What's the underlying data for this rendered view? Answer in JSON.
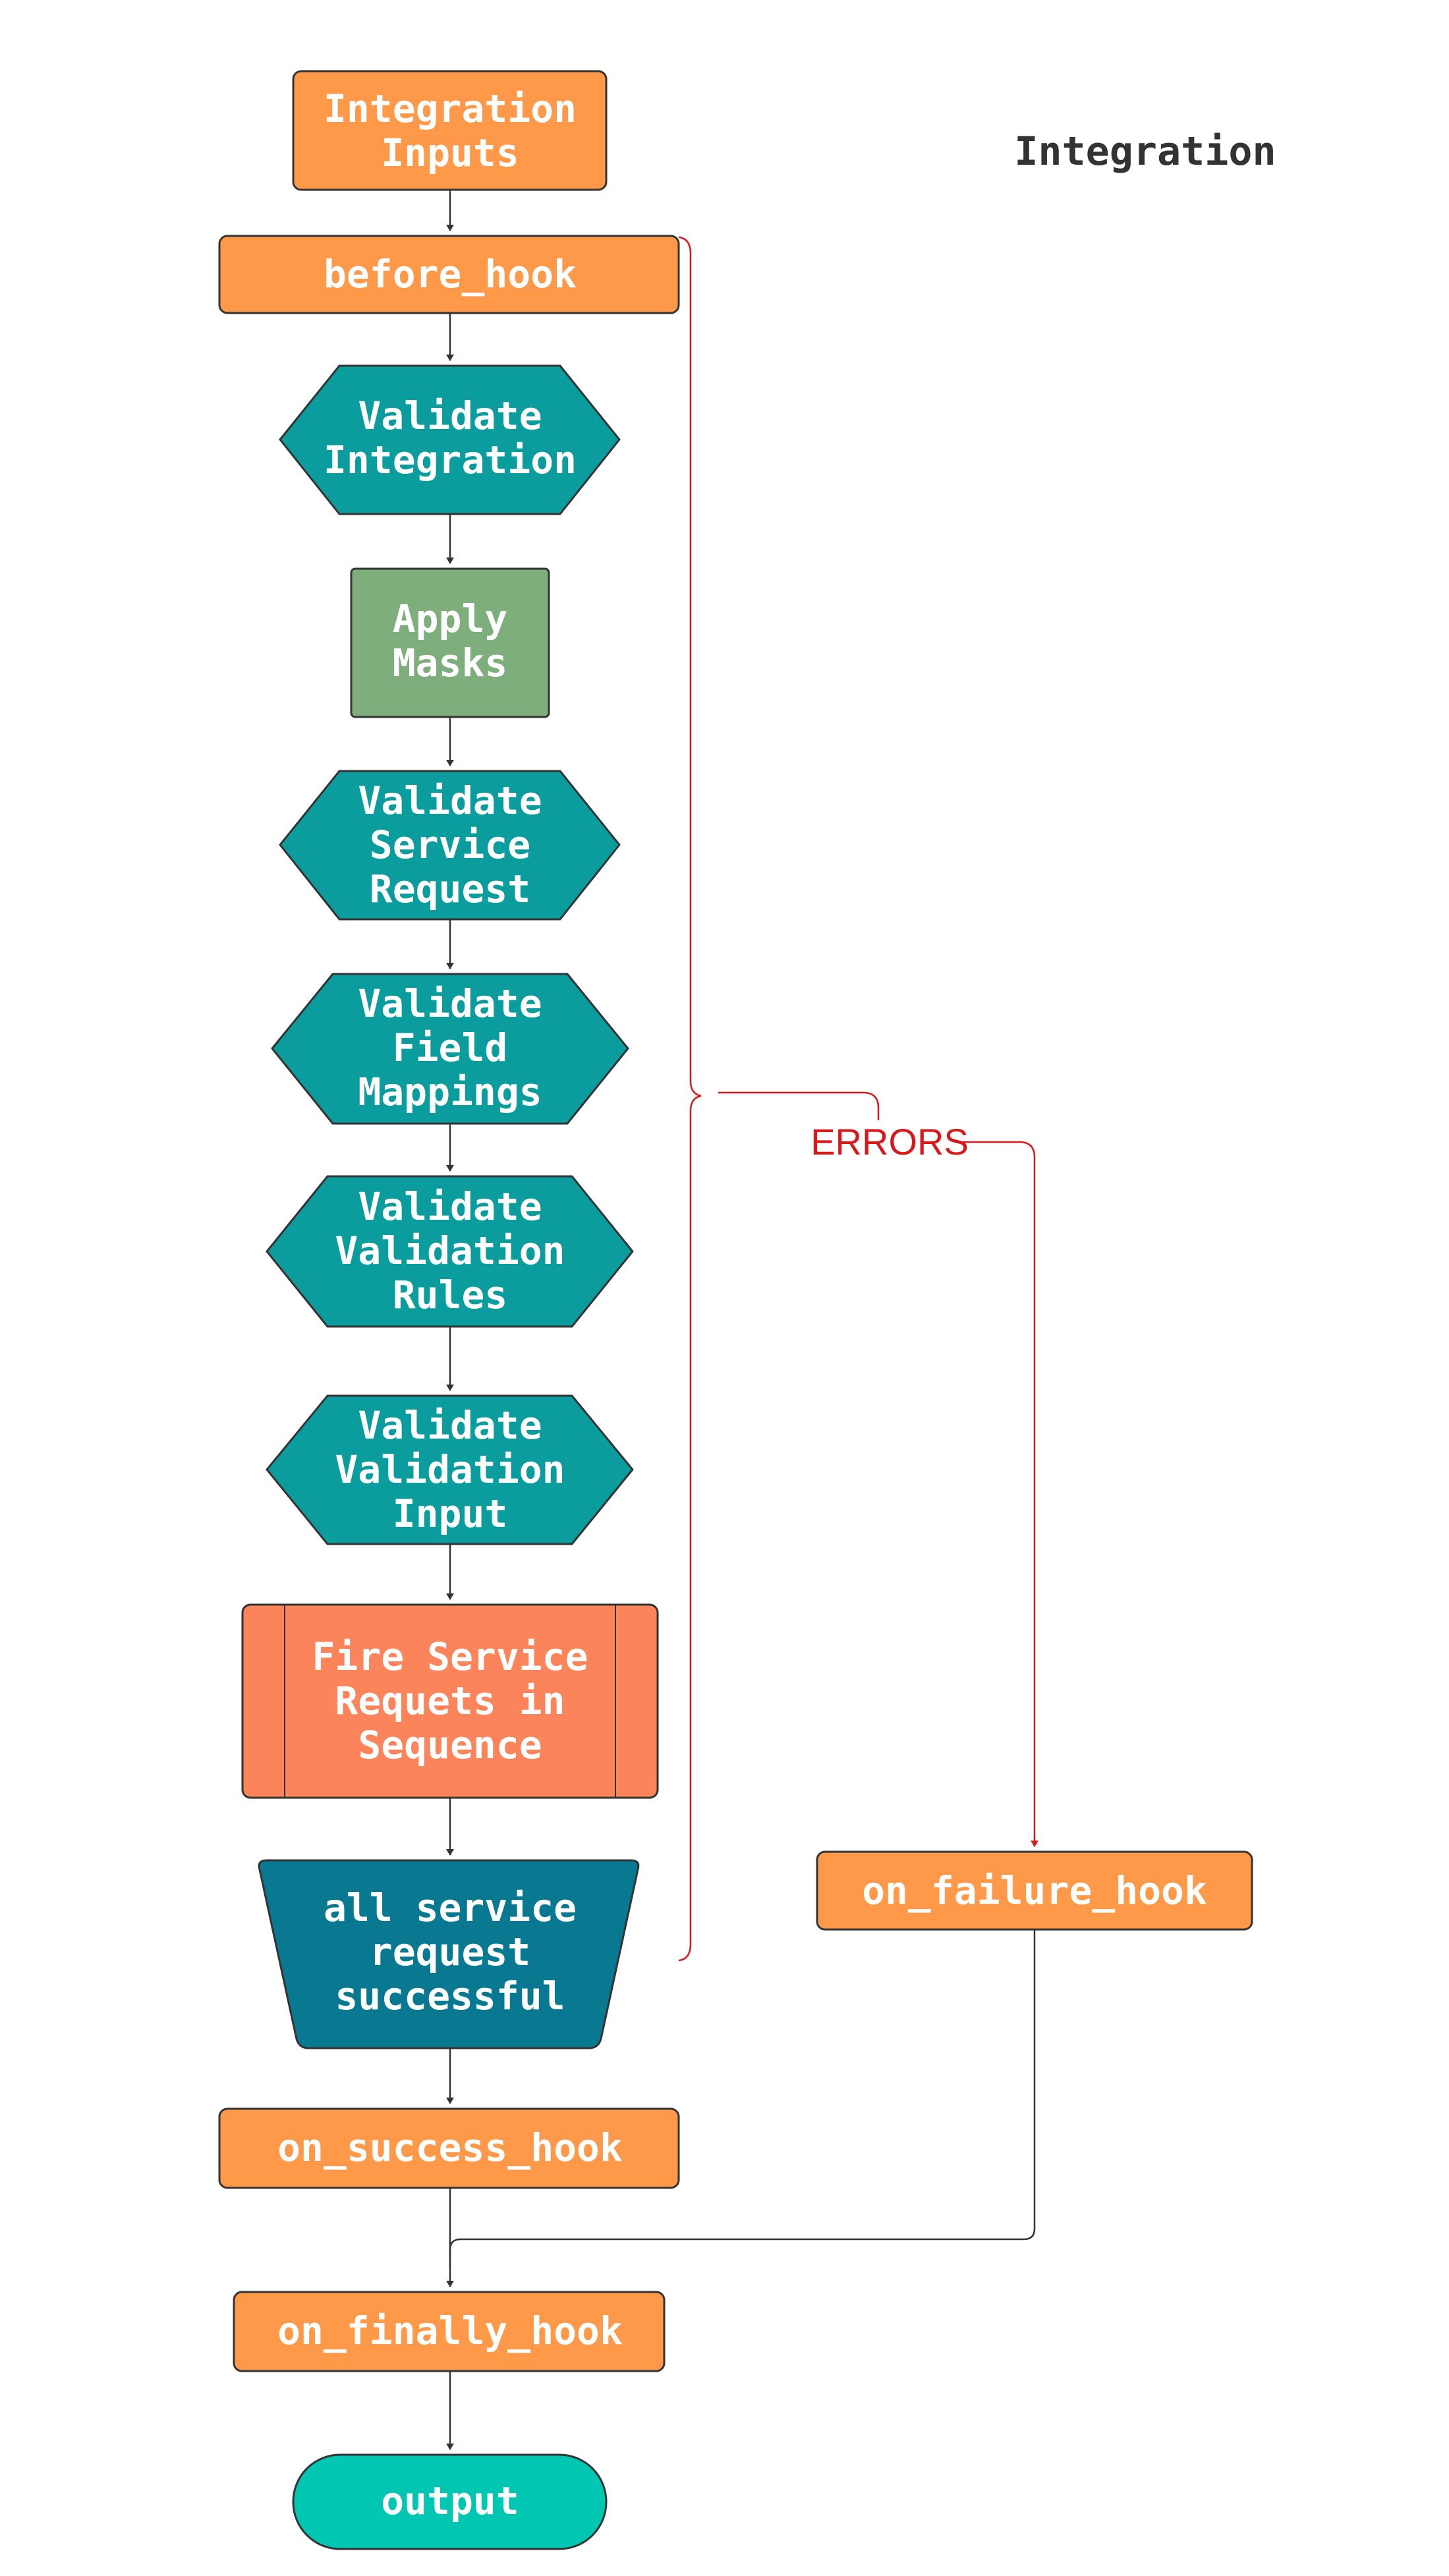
{
  "diagram": {
    "title": "Integration",
    "colors": {
      "hook_orange": "#fe994a",
      "validate_teal": "#0b9d9d",
      "masks_green": "#7fae7d",
      "process_orange": "#fb845b",
      "decision_blue": "#087990",
      "terminal_teal": "#00c6b2",
      "error_red": "#d7191c",
      "edge_dark": "#333333"
    },
    "nodes": [
      {
        "id": "integration_inputs",
        "shape": "rounded-rect",
        "lines": [
          "Integration",
          "Inputs"
        ]
      },
      {
        "id": "before_hook",
        "shape": "rounded-rect",
        "lines": [
          "before_hook"
        ]
      },
      {
        "id": "validate_integration",
        "shape": "hexagon",
        "lines": [
          "Validate",
          "Integration"
        ]
      },
      {
        "id": "apply_masks",
        "shape": "rect",
        "lines": [
          "Apply",
          "Masks"
        ]
      },
      {
        "id": "validate_service_request",
        "shape": "hexagon",
        "lines": [
          "Validate",
          "Service",
          "Request"
        ]
      },
      {
        "id": "validate_field_mappings",
        "shape": "hexagon",
        "lines": [
          "Validate",
          "Field",
          "Mappings"
        ]
      },
      {
        "id": "validate_validation_rules",
        "shape": "hexagon",
        "lines": [
          "Validate",
          "Validation",
          "Rules"
        ]
      },
      {
        "id": "validate_validation_input",
        "shape": "hexagon",
        "lines": [
          "Validate",
          "Validation",
          "Input"
        ]
      },
      {
        "id": "fire_service_requests",
        "shape": "subroutine",
        "lines": [
          "Fire Service",
          "Requets in",
          "Sequence"
        ]
      },
      {
        "id": "all_service_request_successful",
        "shape": "trapezoid",
        "lines": [
          "all service",
          "request",
          "successful"
        ]
      },
      {
        "id": "on_success_hook",
        "shape": "rounded-rect",
        "lines": [
          "on_success_hook"
        ]
      },
      {
        "id": "on_finally_hook",
        "shape": "rounded-rect",
        "lines": [
          "on_finally_hook"
        ]
      },
      {
        "id": "output",
        "shape": "stadium",
        "lines": [
          "output"
        ]
      },
      {
        "id": "on_failure_hook",
        "shape": "rounded-rect",
        "lines": [
          "on_failure_hook"
        ]
      }
    ],
    "edges": [
      {
        "from": "integration_inputs",
        "to": "before_hook"
      },
      {
        "from": "before_hook",
        "to": "validate_integration"
      },
      {
        "from": "validate_integration",
        "to": "apply_masks"
      },
      {
        "from": "apply_masks",
        "to": "validate_service_request"
      },
      {
        "from": "validate_service_request",
        "to": "validate_field_mappings"
      },
      {
        "from": "validate_field_mappings",
        "to": "validate_validation_rules"
      },
      {
        "from": "validate_validation_rules",
        "to": "validate_validation_input"
      },
      {
        "from": "validate_validation_input",
        "to": "fire_service_requests"
      },
      {
        "from": "fire_service_requests",
        "to": "all_service_request_successful"
      },
      {
        "from": "all_service_request_successful",
        "to": "on_success_hook"
      },
      {
        "from": "on_success_hook",
        "to": "on_finally_hook"
      },
      {
        "from": "on_failure_hook",
        "to": "on_finally_hook"
      },
      {
        "from": "on_finally_hook",
        "to": "output"
      },
      {
        "from": "errors_brace",
        "to": "on_failure_hook",
        "label": "ERRORS"
      }
    ],
    "error_group": {
      "label": "ERRORS",
      "spans_from": "before_hook",
      "spans_to": "all_service_request_successful",
      "target": "on_failure_hook"
    }
  }
}
